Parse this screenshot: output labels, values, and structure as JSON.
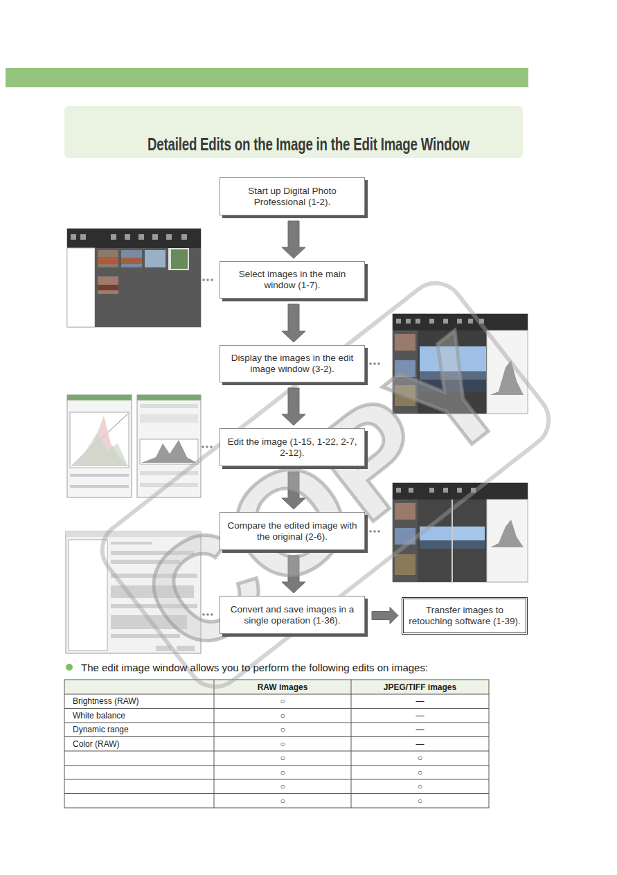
{
  "diagram": {
    "title": "Detailed Edits on the Image in the Edit Image Window",
    "nodes": [
      {
        "text": [
          "Start up Digital Photo Professional (1-2)."
        ]
      },
      {
        "text": [
          "Select images in the main window (1-7)."
        ]
      },
      {
        "text": [
          "Display the images in the edit image window (3-2)."
        ]
      },
      {
        "text": [
          "Edit the image (1-15, 1-22, 2-7, 2-12)."
        ]
      },
      {
        "text": [
          "Compare the edited image with the original (2-6)."
        ]
      },
      {
        "text": [
          "Convert and save images in a single operation (1-36)."
        ]
      },
      {
        "text": [
          "Transfer images to retouching software (1-39)."
        ]
      }
    ],
    "edges": [
      {
        "from": 0,
        "to": 1,
        "arrow": "to"
      },
      {
        "from": 1,
        "to": 2,
        "arrow": "to"
      },
      {
        "from": 2,
        "to": 3,
        "arrow": "to"
      },
      {
        "from": 3,
        "to": 4,
        "arrow": "to"
      },
      {
        "from": 4,
        "to": 5,
        "arrow": "to"
      },
      {
        "from": 5,
        "to": 6,
        "arrow": "to"
      }
    ],
    "labels": [
      "The edit image window allows you to perform the following edits on images:",
      "RAW images",
      "JPEG/TIFF images",
      "Brightness (RAW)",
      "○",
      "—",
      "White balance",
      "○",
      "—",
      "Dynamic range",
      "○",
      "—",
      "Color (RAW)",
      "○",
      "—",
      "○",
      "○",
      "○",
      "○",
      "○",
      "○",
      "○",
      "○",
      "COPY"
    ]
  }
}
